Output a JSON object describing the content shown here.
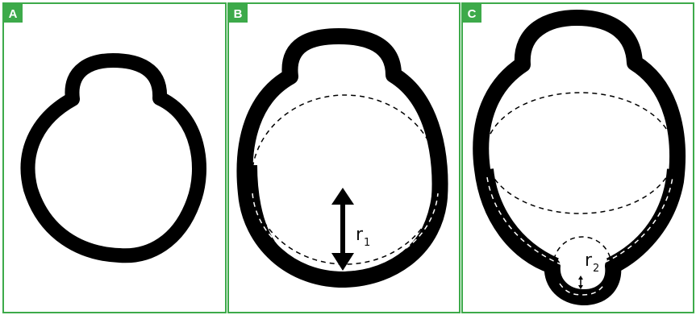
{
  "colors": {
    "panel_border": "#3daa4a",
    "label_bg": "#3daa4a",
    "label_text": "#ffffff",
    "outline": "#000000",
    "dashed": "#000000",
    "dashed_on_outline": "#ffffff"
  },
  "panels": [
    {
      "label": "A"
    },
    {
      "label": "B",
      "radius_label": {
        "main": "r",
        "sub": "1"
      }
    },
    {
      "label": "C",
      "radius_label": {
        "main": "r",
        "sub": "2"
      }
    }
  ]
}
